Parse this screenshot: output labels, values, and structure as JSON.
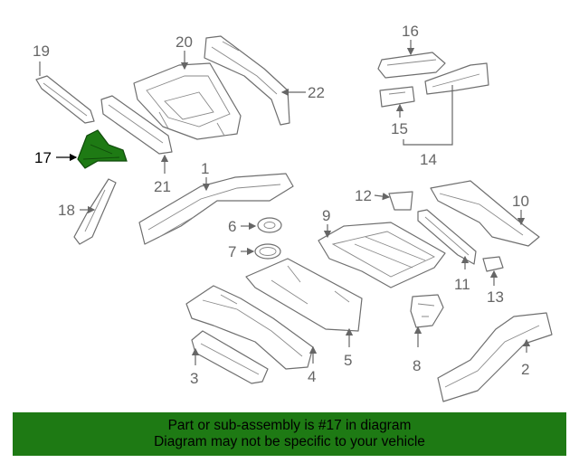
{
  "diagram": {
    "highlight_color": "#1e7a14",
    "highlighted_part": "17",
    "callouts": {
      "c1": "1",
      "c2": "2",
      "c3": "3",
      "c4": "4",
      "c5": "5",
      "c6": "6",
      "c7": "7",
      "c8": "8",
      "c9": "9",
      "c10": "10",
      "c11": "11",
      "c12": "12",
      "c13": "13",
      "c14": "14",
      "c15": "15",
      "c16": "16",
      "c17": "17",
      "c18": "18",
      "c19": "19",
      "c20": "20",
      "c21": "21",
      "c22": "22"
    }
  },
  "banner": {
    "line1": "Part or sub-assembly is #17 in diagram",
    "line2": "Diagram may not be specific to your vehicle",
    "background": "#1e7a14"
  }
}
